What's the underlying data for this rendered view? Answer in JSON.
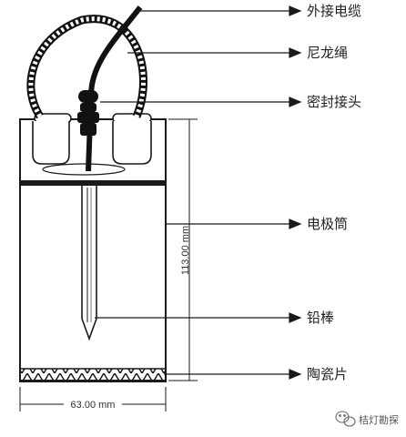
{
  "labels": {
    "cable": "外接电缆",
    "nylon_rope": "尼龙绳",
    "seal_joint": "密封接头",
    "electrode_tube": "电极筒",
    "lead_rod": "铅棒",
    "ceramic_plate": "陶瓷片"
  },
  "dimensions": {
    "height": "113.00 mm",
    "width": "63.00 mm"
  },
  "watermark": {
    "text": "桔灯勘探",
    "icon": "wechat-icon"
  },
  "colors": {
    "line": "#1a1a1a",
    "text": "#222222"
  }
}
